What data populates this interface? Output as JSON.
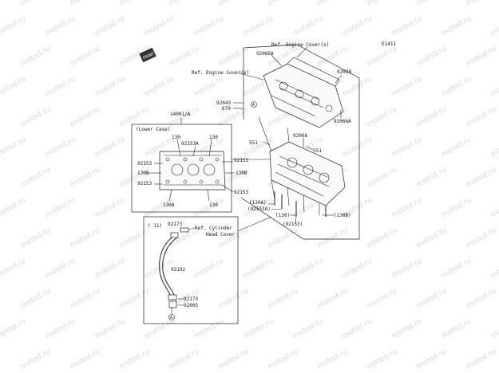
{
  "diagram": {
    "figure_code": "E1411",
    "front_badge": "FRONT",
    "callouts": {
      "ref_engine_cover_top": "Ref. Engine Cover(s)",
      "ref_engine_cover_left": "Ref. Engine Cover(s)",
      "ref_cylinder_head_cover_1": "Ref. Cylinder",
      "ref_cylinder_head_cover_2": "Head Cover"
    },
    "part_labels": {
      "p92066A": "92066A",
      "p92028": "92028",
      "p92043": "92043",
      "p670": "670",
      "p92066A_b": "92066A",
      "p14001A": "14001/A",
      "p92066": "92066",
      "p551a": "551",
      "p551b": "551",
      "p130A_paren": "(130A)",
      "p92153A_paren": "(92153A)",
      "p130_paren": "(130)",
      "p130B_paren": "(130B)",
      "p92153_paren": "(92153)",
      "p92173a": "92173",
      "p92192": "92192",
      "p92173b": "92173",
      "p92005": "92005"
    },
    "lower_case": {
      "title": "(Lower Case)",
      "labels": {
        "l130_tl": "130",
        "l130_tr": "130",
        "l92153A": "92153A",
        "l92153_l": "92153",
        "l92153_r": "92153",
        "l130B_l": "130B",
        "l130B_r": "130B",
        "l92153_l2": "92153",
        "l92153_r2": "92153",
        "l130A": "130A",
        "l130_b": "130"
      }
    },
    "inset_note": "( 11)",
    "marker_letter": "A"
  },
  "watermark": {
    "text": "motod.ru"
  }
}
